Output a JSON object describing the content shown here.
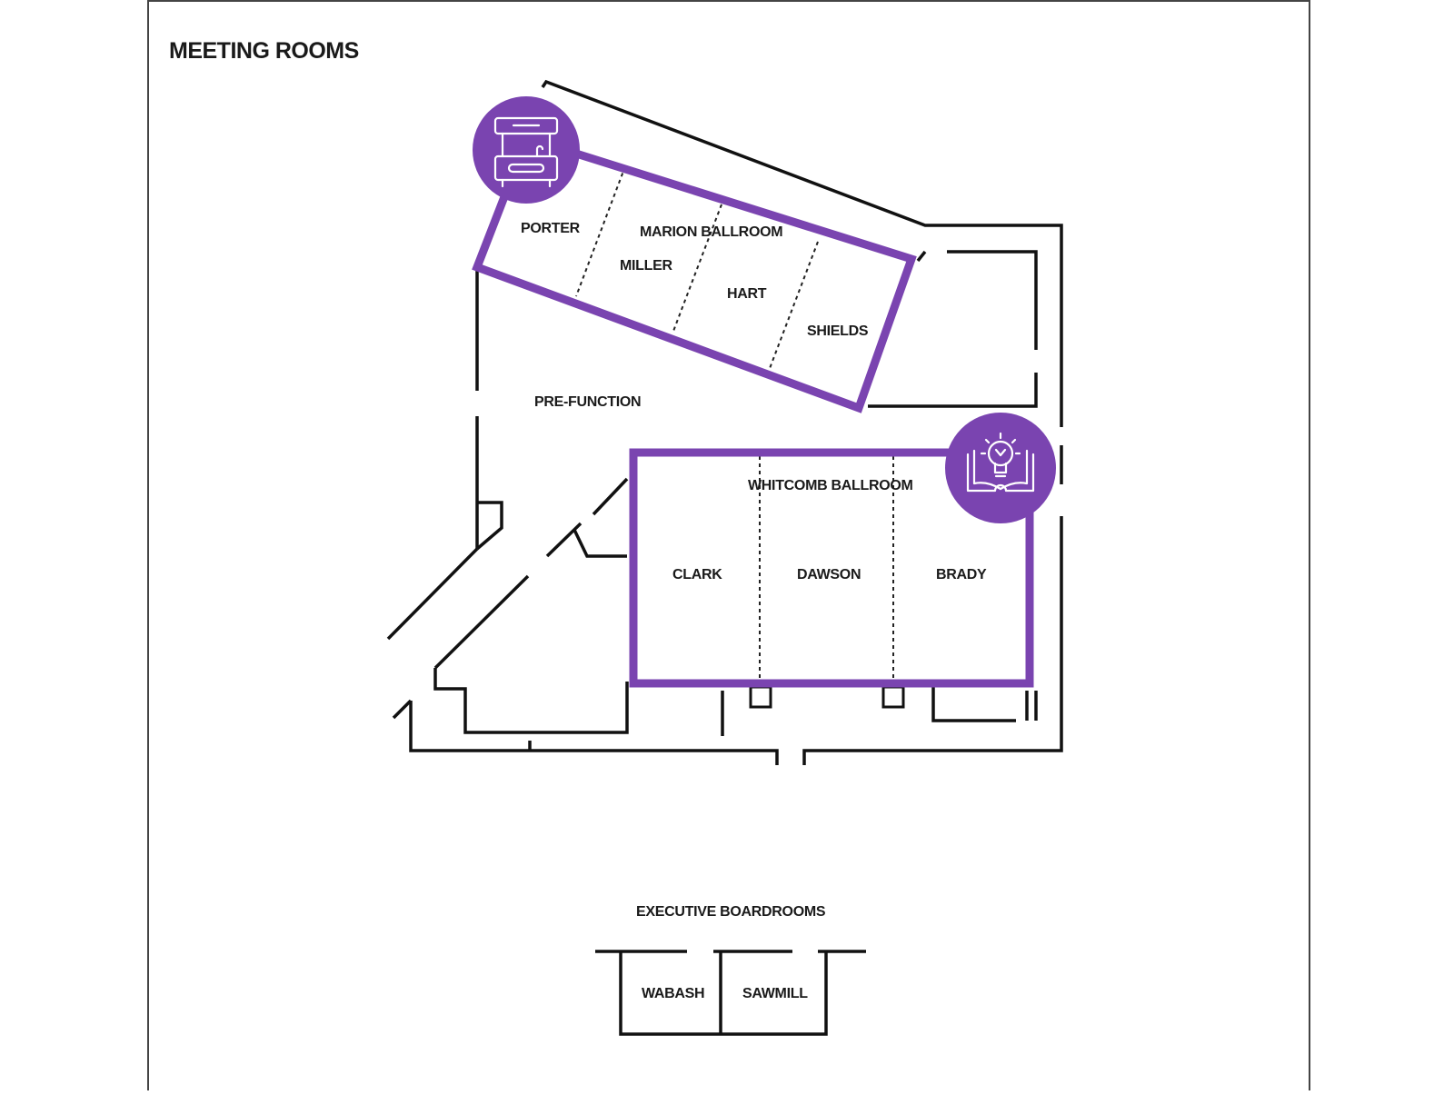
{
  "map": {
    "title": "MEETING ROOMS",
    "accent_color": "#7a44b0",
    "rooms": {
      "marion_ballroom": "MARION BALLROOM",
      "porter": "PORTER",
      "miller": "MILLER",
      "hart": "HART",
      "shields": "SHIELDS",
      "pre_function": "PRE-FUNCTION",
      "whitcomb_ballroom": "WHITCOMB BALLROOM",
      "clark": "CLARK",
      "dawson": "DAWSON",
      "brady": "BRADY"
    },
    "executive": {
      "heading": "EXECUTIVE BOARDROOMS",
      "wabash": "WABASH",
      "sawmill": "SAWMILL"
    },
    "icons": {
      "marion": "exhibit-booth-icon",
      "whitcomb": "idea-book-lightbulb-icon"
    }
  }
}
